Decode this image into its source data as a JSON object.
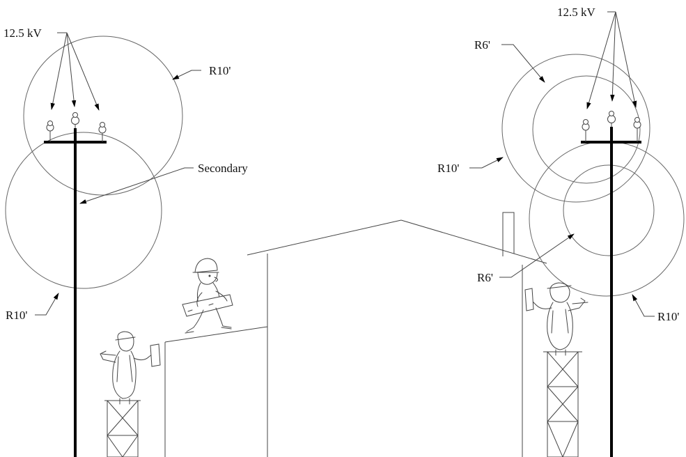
{
  "labels": {
    "left_voltage": "12.5 kV",
    "left_outer_radius": "R10'",
    "left_lower_radius": "R10'",
    "secondary": "Secondary",
    "right_voltage": "12.5 kV",
    "right_inner_radius_top": "R6'",
    "right_outer_radius_left": "R10'",
    "right_inner_radius_mid": "R6'",
    "right_outer_radius_right": "R10'"
  },
  "colors": {
    "line": "#444444",
    "pole": "#000000",
    "circle": "#666666",
    "text": "#111111"
  }
}
